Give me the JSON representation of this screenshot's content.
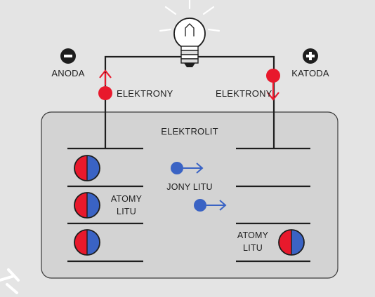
{
  "labels": {
    "anode": "ANODA",
    "cathode": "KATODA",
    "electrons_left": "ELEKTRONY",
    "electrons_right": "ELEKTRONY",
    "electrolyte": "ELEKTROLIT",
    "ions": "JONY LITU",
    "atoms_left_line1": "ATOMY",
    "atoms_left_line2": "LITU",
    "atoms_right_line1": "ATOMY",
    "atoms_right_line2": "LITU"
  },
  "icons": {
    "anode_symbol": "minus-circle-icon",
    "cathode_symbol": "plus-circle-icon",
    "bulb": "light-bulb-icon"
  },
  "colors": {
    "background": "#e4e4e4",
    "electrolyte_fill": "#d3d3d3",
    "wire": "#1e1e1e",
    "electron": "#e8192c",
    "ion": "#3a63c4",
    "atom_red": "#e8192c",
    "atom_blue": "#3a63c4"
  }
}
